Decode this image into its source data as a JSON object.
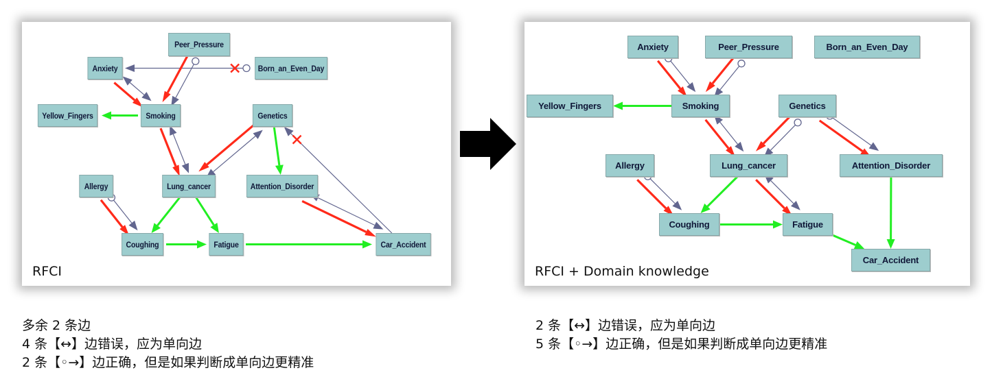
{
  "colors": {
    "node_fill": "#9dcdce",
    "node_text": "#101838",
    "edge_partial": "#62668f",
    "edge_correct": "#22ee22",
    "edge_truth": "#ff2a1a",
    "remove_mark": "#ff2a1a"
  },
  "legend_semantics": {
    "green": "directed edge (correct)",
    "red": "true direction (annotation)",
    "gray-blue": "learned edge with circle/bidirected endpoint",
    "x": "extra edge"
  },
  "transition_icon": "right-arrow-icon",
  "panels": [
    {
      "id": "left",
      "caption": "RFCI",
      "nodes": [
        "Peer_Pressure",
        "Anxiety",
        "Born_an_Even_Day",
        "Yellow_Fingers",
        "Smoking",
        "Genetics",
        "Lung_cancer",
        "Allergy",
        "Attention_Disorder",
        "Coughing",
        "Fatigue",
        "Car_Accident"
      ],
      "edges": [
        {
          "from": "Born_an_Even_Day",
          "to": "Anxiety",
          "type": "circle-arrow",
          "extra": true
        },
        {
          "from": "Peer_Pressure",
          "to": "Smoking",
          "type": "circle-arrow"
        },
        {
          "from": "Peer_Pressure",
          "to": "Smoking",
          "type": "truth"
        },
        {
          "from": "Anxiety",
          "to": "Smoking",
          "type": "bidirected"
        },
        {
          "from": "Anxiety",
          "to": "Smoking",
          "type": "truth"
        },
        {
          "from": "Smoking",
          "to": "Yellow_Fingers",
          "type": "directed"
        },
        {
          "from": "Smoking",
          "to": "Lung_cancer",
          "type": "bidirected"
        },
        {
          "from": "Smoking",
          "to": "Lung_cancer",
          "type": "truth"
        },
        {
          "from": "Genetics",
          "to": "Lung_cancer",
          "type": "bidirected"
        },
        {
          "from": "Genetics",
          "to": "Lung_cancer",
          "type": "truth"
        },
        {
          "from": "Genetics",
          "to": "Attention_Disorder",
          "type": "directed"
        },
        {
          "from": "Car_Accident",
          "to": "Genetics",
          "type": "bidirected-single",
          "extra": true
        },
        {
          "from": "Allergy",
          "to": "Coughing",
          "type": "circle-arrow"
        },
        {
          "from": "Allergy",
          "to": "Coughing",
          "type": "truth"
        },
        {
          "from": "Lung_cancer",
          "to": "Coughing",
          "type": "directed"
        },
        {
          "from": "Lung_cancer",
          "to": "Fatigue",
          "type": "directed"
        },
        {
          "from": "Coughing",
          "to": "Fatigue",
          "type": "directed"
        },
        {
          "from": "Fatigue",
          "to": "Car_Accident",
          "type": "directed"
        },
        {
          "from": "Attention_Disorder",
          "to": "Car_Accident",
          "type": "bidirected"
        },
        {
          "from": "Attention_Disorder",
          "to": "Car_Accident",
          "type": "truth"
        }
      ],
      "notes": [
        "多余 2 条边",
        "4 条【↔】边错误，应为单向边",
        "2 条【◦→】边正确，但是如果判断成单向边更精准"
      ]
    },
    {
      "id": "right",
      "caption": "RFCI + Domain knowledge",
      "nodes": [
        "Anxiety",
        "Peer_Pressure",
        "Born_an_Even_Day",
        "Yellow_Fingers",
        "Smoking",
        "Genetics",
        "Allergy",
        "Lung_cancer",
        "Attention_Disorder",
        "Coughing",
        "Fatigue",
        "Car_Accident"
      ],
      "edges": [
        {
          "from": "Anxiety",
          "to": "Smoking",
          "type": "circle-arrow"
        },
        {
          "from": "Anxiety",
          "to": "Smoking",
          "type": "truth"
        },
        {
          "from": "Peer_Pressure",
          "to": "Smoking",
          "type": "circle-arrow"
        },
        {
          "from": "Peer_Pressure",
          "to": "Smoking",
          "type": "truth"
        },
        {
          "from": "Smoking",
          "to": "Yellow_Fingers",
          "type": "directed"
        },
        {
          "from": "Smoking",
          "to": "Lung_cancer",
          "type": "bidirected"
        },
        {
          "from": "Smoking",
          "to": "Lung_cancer",
          "type": "truth"
        },
        {
          "from": "Genetics",
          "to": "Lung_cancer",
          "type": "circle-arrow"
        },
        {
          "from": "Genetics",
          "to": "Lung_cancer",
          "type": "truth"
        },
        {
          "from": "Genetics",
          "to": "Attention_Disorder",
          "type": "circle-arrow"
        },
        {
          "from": "Genetics",
          "to": "Attention_Disorder",
          "type": "truth"
        },
        {
          "from": "Allergy",
          "to": "Coughing",
          "type": "circle-arrow"
        },
        {
          "from": "Allergy",
          "to": "Coughing",
          "type": "truth"
        },
        {
          "from": "Lung_cancer",
          "to": "Coughing",
          "type": "directed"
        },
        {
          "from": "Lung_cancer",
          "to": "Fatigue",
          "type": "bidirected"
        },
        {
          "from": "Lung_cancer",
          "to": "Fatigue",
          "type": "truth"
        },
        {
          "from": "Coughing",
          "to": "Fatigue",
          "type": "directed"
        },
        {
          "from": "Fatigue",
          "to": "Car_Accident",
          "type": "directed"
        },
        {
          "from": "Attention_Disorder",
          "to": "Car_Accident",
          "type": "directed"
        }
      ],
      "notes": [
        "2 条【↔】边错误，应为单向边",
        "5 条【◦→】边正确，但是如果判断成单向边更精准"
      ]
    }
  ]
}
